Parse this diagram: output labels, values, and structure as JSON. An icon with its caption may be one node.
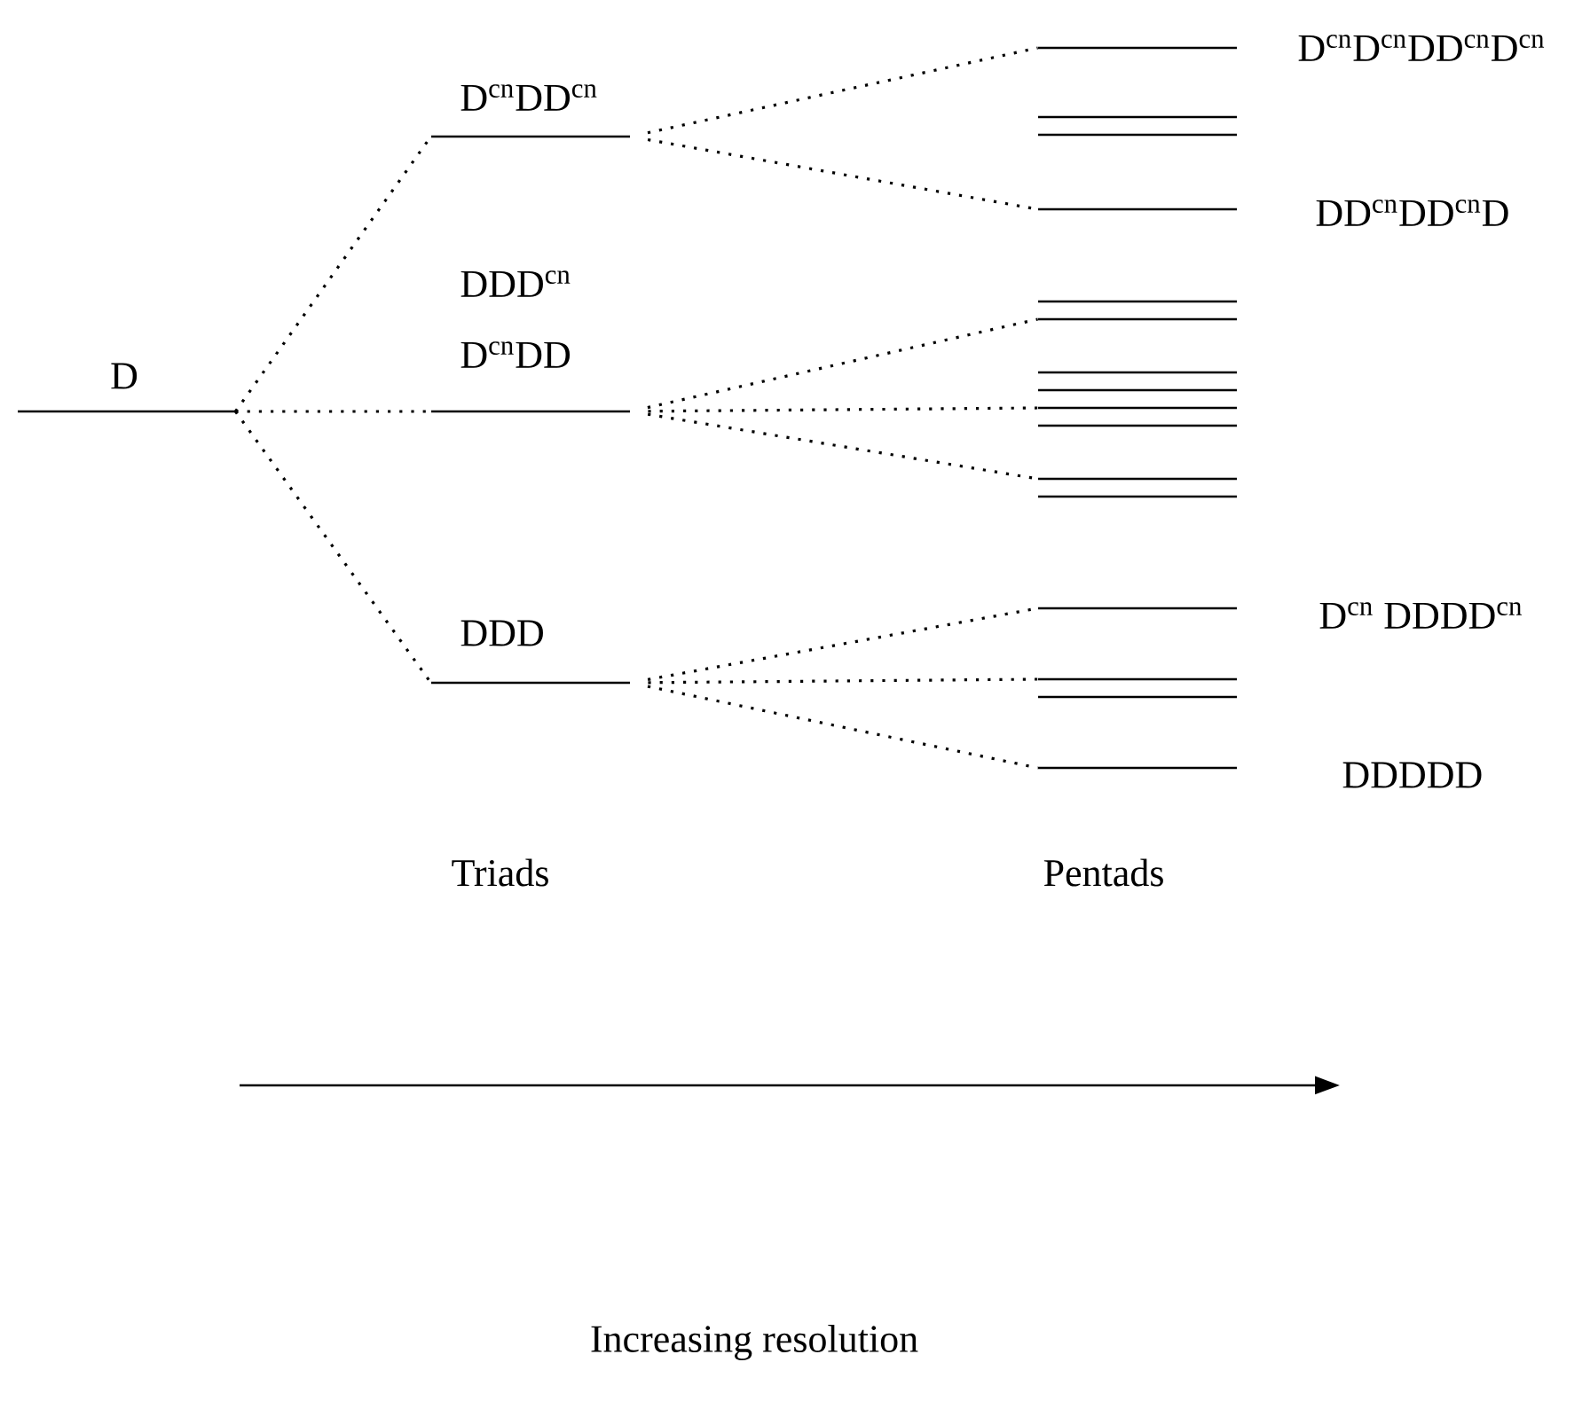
{
  "diagram": {
    "nodes": [
      {
        "text": [
          "D"
        ]
      },
      {
        "text": [
          "D$^{cn}$DD$^{cn}$"
        ]
      },
      {
        "text": [
          "DDD$^{cn}$",
          "D$^{cn}$DD"
        ]
      },
      {
        "text": [
          "DDD"
        ]
      },
      {
        "text": [
          "D$^{cn}$D$^{cn}$DD$^{cn}$D$^{cn}$"
        ]
      },
      {
        "text": [],
        "shape": "bar"
      },
      {
        "text": [],
        "shape": "bar"
      },
      {
        "text": [
          "DD$^{cn}$DD$^{cn}$D"
        ]
      },
      {
        "text": [],
        "shape": "bar"
      },
      {
        "text": [],
        "shape": "bar"
      },
      {
        "text": [],
        "shape": "bar"
      },
      {
        "text": [],
        "shape": "bar"
      },
      {
        "text": [],
        "shape": "bar"
      },
      {
        "text": [],
        "shape": "bar"
      },
      {
        "text": [],
        "shape": "bar"
      },
      {
        "text": [],
        "shape": "bar"
      },
      {
        "text": [
          "D$^{cn}$ DDDD$^{cn}$"
        ]
      },
      {
        "text": [],
        "shape": "bar"
      },
      {
        "text": [],
        "shape": "bar"
      },
      {
        "text": [
          "DDDDD"
        ]
      }
    ],
    "edges": [
      {
        "from": 0,
        "to": 1,
        "arrow": "none",
        "style": "dashed"
      },
      {
        "from": 0,
        "to": 2,
        "arrow": "none",
        "style": "dashed"
      },
      {
        "from": 0,
        "to": 3,
        "arrow": "none",
        "style": "dashed"
      },
      {
        "from": 1,
        "to": 4,
        "arrow": "none",
        "style": "dashed"
      },
      {
        "from": 1,
        "to": 7,
        "arrow": "none",
        "style": "dashed"
      },
      {
        "from": 2,
        "to": 9,
        "arrow": "none",
        "style": "dashed"
      },
      {
        "from": 2,
        "to": 12,
        "arrow": "none",
        "style": "dashed"
      },
      {
        "from": 2,
        "to": 14,
        "arrow": "none",
        "style": "dashed"
      },
      {
        "from": 3,
        "to": 16,
        "arrow": "none",
        "style": "dashed"
      },
      {
        "from": 3,
        "to": 17,
        "arrow": "none",
        "style": "dashed"
      },
      {
        "from": 3,
        "to": 19,
        "arrow": "none",
        "style": "dashed"
      }
    ],
    "labels": [
      "Triads",
      "Pentads",
      "Increasing resolution"
    ]
  }
}
